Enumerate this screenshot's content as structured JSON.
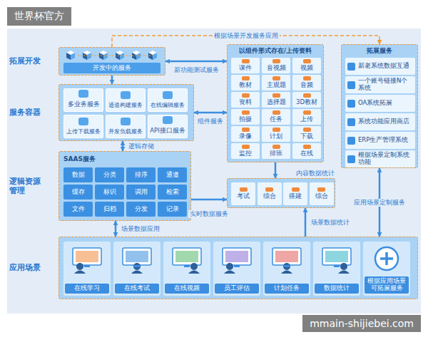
{
  "diagram": {
    "nodes": [
      {
        "text": [
          "拓展开发"
        ]
      },
      {
        "text": [
          "开发中的服务"
        ],
        "in": 0
      },
      {
        "text": [
          "服务容器"
        ]
      },
      {
        "text": [
          "多业务服务"
        ],
        "in": 2
      },
      {
        "text": [
          "通道构建服务"
        ],
        "in": 2
      },
      {
        "text": [
          "在线编辑服务"
        ],
        "in": 2
      },
      {
        "text": [
          "上传下载服务"
        ],
        "in": 2
      },
      {
        "text": [
          "并发负载服务"
        ],
        "in": 2
      },
      {
        "text": [
          "API接口服务"
        ],
        "in": 2
      },
      {
        "text": [
          "逻辑资源管理",
          "SAAS服务"
        ]
      },
      {
        "text": [
          "数据"
        ],
        "in": 9
      },
      {
        "text": [
          "分类"
        ],
        "in": 9
      },
      {
        "text": [
          "排序"
        ],
        "in": 9
      },
      {
        "text": [
          "通道"
        ],
        "in": 9
      },
      {
        "text": [
          "缓存"
        ],
        "in": 9
      },
      {
        "text": [
          "标识"
        ],
        "in": 9
      },
      {
        "text": [
          "调用"
        ],
        "in": 9
      },
      {
        "text": [
          "检索"
        ],
        "in": 9
      },
      {
        "text": [
          "文件"
        ],
        "in": 9
      },
      {
        "text": [
          "归档"
        ],
        "in": 9
      },
      {
        "text": [
          "分发"
        ],
        "in": 9
      },
      {
        "text": [
          "记录"
        ],
        "in": 9
      },
      {
        "text": [
          "以组件形式存在/上传资料"
        ]
      },
      {
        "text": [
          "课件"
        ],
        "in": 22
      },
      {
        "text": [
          "音视频"
        ],
        "in": 22
      },
      {
        "text": [
          "视频"
        ],
        "in": 22
      },
      {
        "text": [
          "教材"
        ],
        "in": 22
      },
      {
        "text": [
          "主观题"
        ],
        "in": 22
      },
      {
        "text": [
          "音频"
        ],
        "in": 22
      },
      {
        "text": [
          "资料"
        ],
        "in": 22
      },
      {
        "text": [
          "选择题"
        ],
        "in": 22
      },
      {
        "text": [
          "3D教材"
        ],
        "in": 22
      },
      {
        "text": [
          "拍摄"
        ],
        "in": 22
      },
      {
        "text": [
          "任务"
        ],
        "in": 22
      },
      {
        "text": [
          "上传"
        ],
        "in": 22
      },
      {
        "text": [
          "录像"
        ],
        "in": 22
      },
      {
        "text": [
          "计划"
        ],
        "in": 22
      },
      {
        "text": [
          "下载"
        ],
        "in": 22
      },
      {
        "text": [
          "监控"
        ],
        "in": 22
      },
      {
        "text": [
          "排班"
        ],
        "in": 22
      },
      {
        "text": [
          "在线"
        ],
        "in": 22
      },
      {
        "text": [
          "内容数据统计"
        ]
      },
      {
        "text": [
          "考试"
        ],
        "in": 41
      },
      {
        "text": [
          "综合"
        ],
        "in": 41
      },
      {
        "text": [
          "搭建"
        ],
        "in": 41
      },
      {
        "text": [
          "综合"
        ],
        "in": 41
      },
      {
        "text": [
          "拓展服务"
        ]
      },
      {
        "text": [
          "新老系统数据互通"
        ],
        "in": 46
      },
      {
        "text": [
          "一个账号链接N个系统"
        ],
        "in": 46
      },
      {
        "text": [
          "OA系统拓展"
        ],
        "in": 46
      },
      {
        "text": [
          "系统功能应用商店"
        ],
        "in": 46
      },
      {
        "text": [
          "ERP生产管理系统"
        ],
        "in": 46
      },
      {
        "text": [
          "根据场景定制系统功能"
        ],
        "in": 46
      },
      {
        "text": [
          "应用场景"
        ]
      },
      {
        "text": [
          "在线学习"
        ],
        "in": 53
      },
      {
        "text": [
          "在线考试"
        ],
        "in": 53
      },
      {
        "text": [
          "在线视频"
        ],
        "in": 53
      },
      {
        "text": [
          "员工评估"
        ],
        "in": 53
      },
      {
        "text": [
          "计划任务"
        ],
        "in": 53
      },
      {
        "text": [
          "数据统计"
        ],
        "in": 53
      },
      {
        "text": [
          "根据应用场景可拓展服务"
        ],
        "in": 53
      }
    ],
    "edges": [
      {
        "from": 0,
        "to": 22,
        "label": "新功能测试服务",
        "arrow": "both"
      },
      {
        "from": 1,
        "to": 2,
        "arrow": "to"
      },
      {
        "from": 2,
        "to": 22,
        "label": "组件服务",
        "arrow": "both"
      },
      {
        "from": 2,
        "to": 9,
        "label": "逻辑存储",
        "arrow": "both"
      },
      {
        "from": 9,
        "to": 41,
        "label": "实时数据服务",
        "arrow": "to"
      },
      {
        "from": 22,
        "to": 41,
        "arrow": "to"
      },
      {
        "from": 9,
        "to": 53,
        "label": "场景数据应用",
        "arrow": "both"
      },
      {
        "from": 53,
        "to": 41,
        "label": "场景数据统计",
        "arrow": "to"
      },
      {
        "from": 46,
        "to": 53,
        "label": "应用场景定制服务",
        "arrow": "both"
      },
      {
        "from": 0,
        "to": 46,
        "label": "根据场景开发服务应用",
        "arrow": "to"
      }
    ],
    "labels": [
      "世界杯官方",
      "mmain-shijiebei.com"
    ]
  }
}
